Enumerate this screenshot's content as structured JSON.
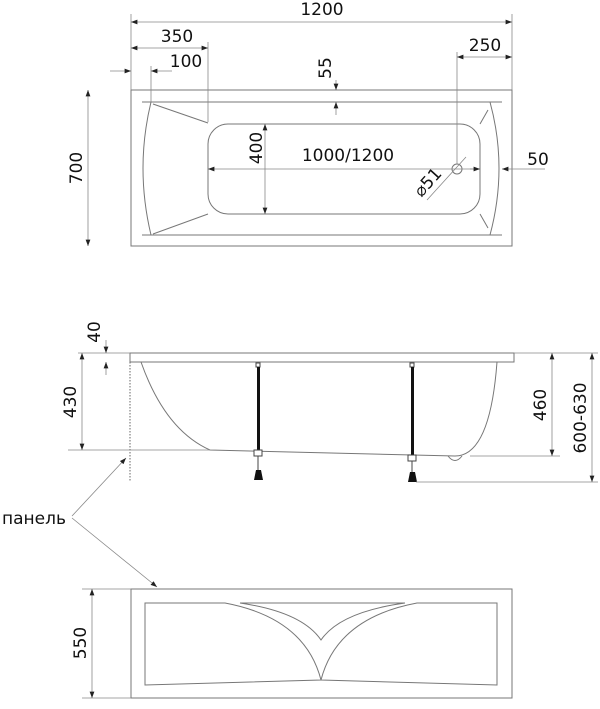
{
  "top_view": {
    "overall_length": "1200",
    "headrest_offset": "350",
    "rim_offset": "100",
    "rim_width": "55",
    "drain_offset": "250",
    "width": "700",
    "basin_width": "400",
    "basin_length": "1000/1200",
    "drain_diameter": "⌀51",
    "end_rim": "50"
  },
  "side_view": {
    "rim_thickness": "40",
    "depth": "430",
    "height_no_legs": "460",
    "height_with_legs": "600-630"
  },
  "panel": {
    "label": "панель",
    "height": "550"
  }
}
